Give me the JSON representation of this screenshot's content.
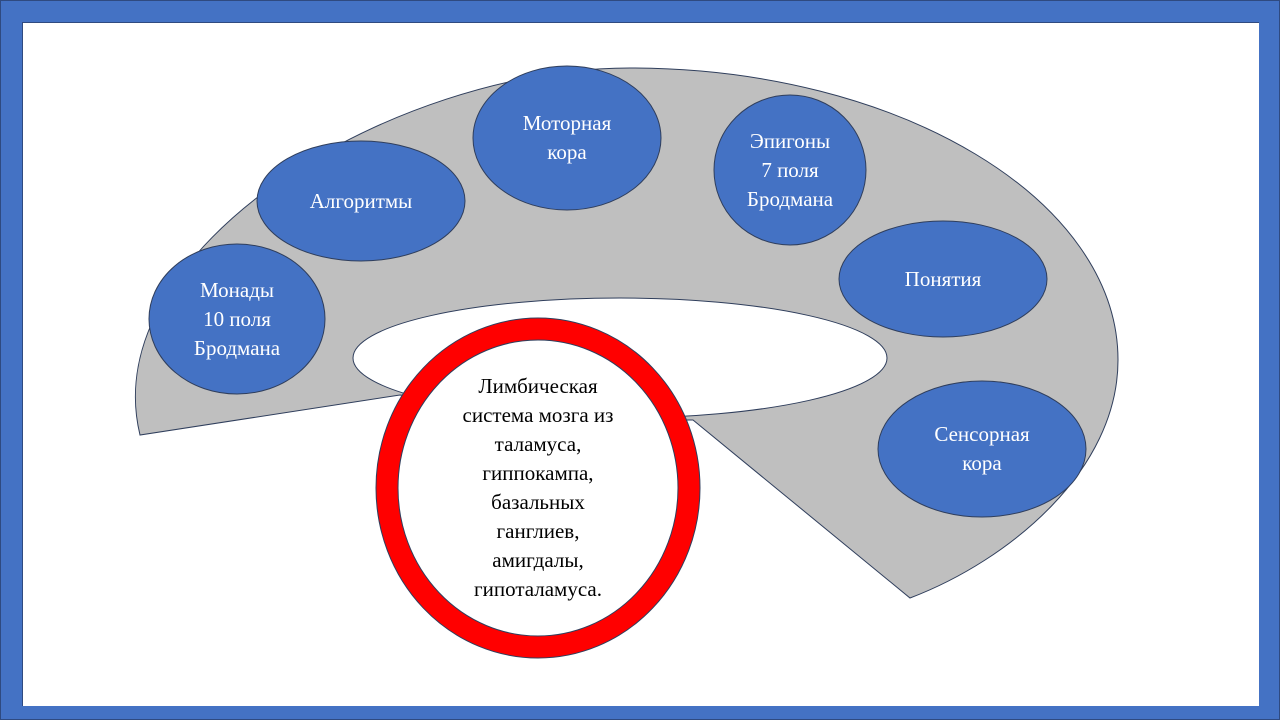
{
  "colors": {
    "border": "#4472C4",
    "node": "#4472C4",
    "band": "#BFBFBF",
    "ring": "#FF0000"
  },
  "nodes": [
    {
      "id": "monads",
      "label": "Монады\n10 поля\nБродмана"
    },
    {
      "id": "algorithms",
      "label": "Алгоритмы"
    },
    {
      "id": "motor",
      "label": "Моторная\nкора"
    },
    {
      "id": "epigons",
      "label": "Эпигоны\n7 поля\nБродмана"
    },
    {
      "id": "concepts",
      "label": "Понятия"
    },
    {
      "id": "sensory",
      "label": "Сенсорная\nкора"
    }
  ],
  "center": {
    "label": "Лимбическая\nсистема мозга из\nталамуса,\nгиппокампа,\nбазальных\nганглиев,\nамигдалы,\nгипоталамуса."
  }
}
